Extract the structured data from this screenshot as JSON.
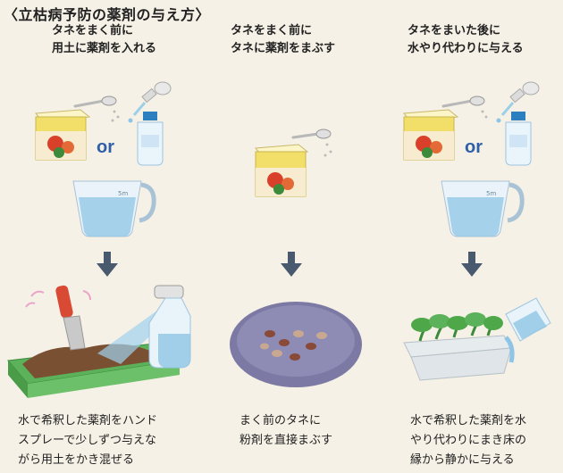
{
  "title": "〈立枯病予防の薬剤の与え方〉",
  "columns": [
    {
      "heading": [
        "タネをまく前に",
        "用土に薬剤を入れる"
      ],
      "or_label": "or",
      "cup_label": "5m",
      "description": [
        "水で希釈した薬剤をハンド",
        "スプレーで少しずつ与えな",
        "がら用土をかき混ぜる"
      ]
    },
    {
      "heading": [
        "タネをまく前に",
        "タネに薬剤をまぶす"
      ],
      "description": [
        "まく前のタネに",
        "粉剤を直接まぶす"
      ]
    },
    {
      "heading": [
        "タネをまいた後に",
        "水やり代わりに与える"
      ],
      "or_label": "or",
      "cup_label": "5m",
      "description": [
        "水で希釈した薬剤を水",
        "やり代わりにまき床の",
        "縁から静かに与える"
      ]
    }
  ],
  "colors": {
    "background": "#f6f1e6",
    "arrow": "#4a5a6e",
    "or_text": "#2e5fa8",
    "box_yellow": "#f2df6a",
    "flower_red": "#d8402a",
    "water_blue": "#8ec5e6",
    "tray_green": "#5cb25a",
    "soil_brown": "#7a5032"
  },
  "icons": [
    "powder-box-icon",
    "spoon-icon",
    "dropper-icon",
    "bottle-icon",
    "measuring-cup-icon",
    "down-arrow-icon",
    "spray-bottle-icon",
    "trowel-icon",
    "soil-tray-icon",
    "seed-plate-icon",
    "seedling-tray-icon",
    "pouring-cup-icon"
  ]
}
